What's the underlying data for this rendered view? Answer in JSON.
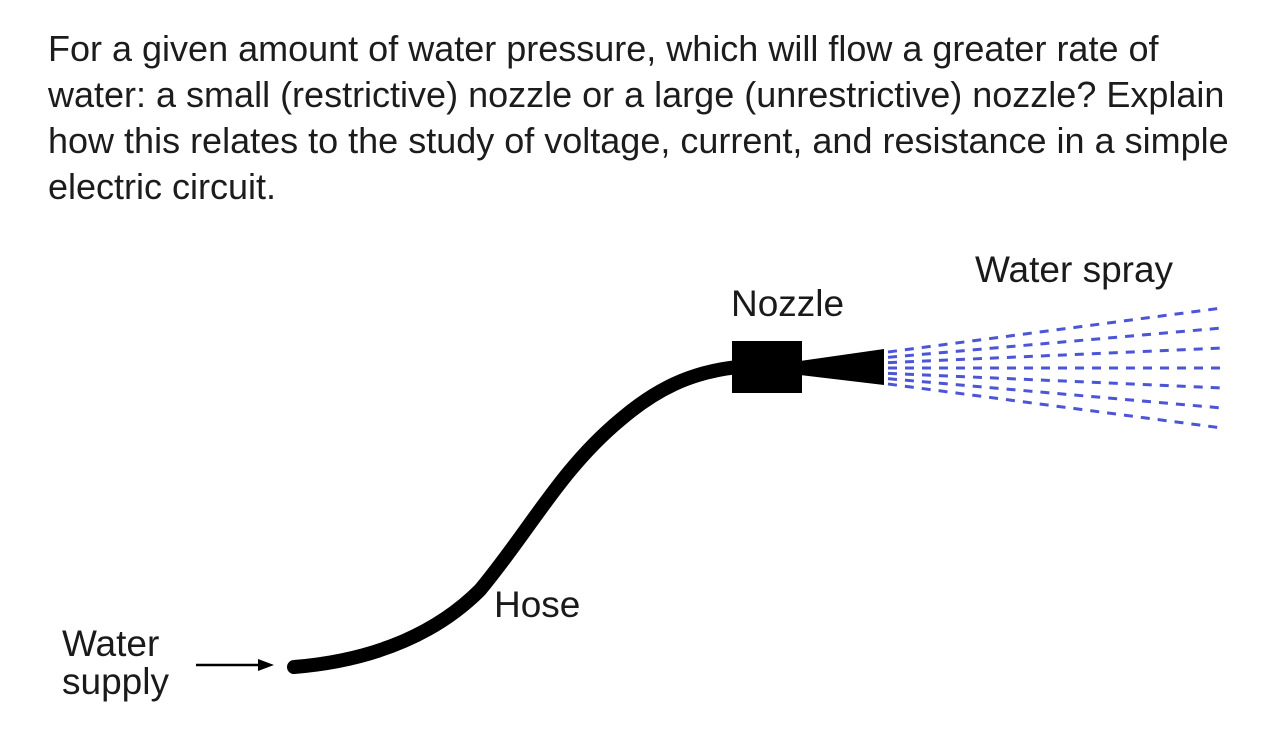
{
  "question": {
    "text": "For a given amount of water pressure, which will flow a greater rate of water: a small (restrictive) nozzle or a large (unrestrictive) nozzle? Explain how this relates to the study of voltage, current, and resistance in a simple electric circuit."
  },
  "diagram": {
    "labels": {
      "water_spray": "Water spray",
      "nozzle": "Nozzle",
      "hose": "Hose",
      "water_supply_line1": "Water",
      "water_supply_line2": "supply"
    },
    "colors": {
      "hose": "#000000",
      "spray": "#4b55d6",
      "text": "#1a1a1a"
    }
  }
}
